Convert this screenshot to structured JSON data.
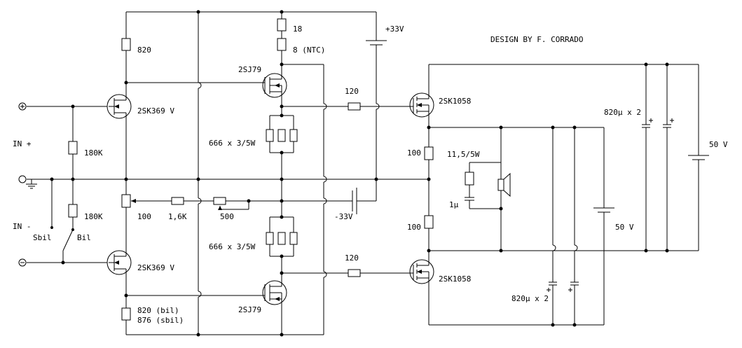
{
  "title": "DESIGN BY F. CORRADO",
  "labels": {
    "r820_top": "820",
    "q_in_top": "2SK369 V",
    "q_in_bot": "2SK369 V",
    "r180k_top": "180K",
    "r180k_bot": "180K",
    "in_plus": "IN +",
    "in_minus": "IN -",
    "sbil": "Sbil",
    "bil": "Bil",
    "r100_trim": "100",
    "r1k6": "1,6K",
    "r500": "500",
    "r820_bil": "820 (bil)",
    "r876_sbil": "876 (sbil)",
    "r18": "18",
    "r8ntc": "8 (NTC)",
    "q_2sj79_top": "2SJ79",
    "q_2sj79_bot": "2SJ79",
    "r666_top": "666 x 3/5W",
    "r666_bot": "666 x 3/5W",
    "vplus33": "+33V",
    "vminus33": "-33V",
    "r120_top": "120",
    "r120_bot": "120",
    "q_out_top": "2SK1058",
    "q_out_bot": "2SK1058",
    "r100_out_top": "100",
    "r100_out_bot": "100",
    "zobel_r": "11,5/5W",
    "zobel_c": "1µ",
    "cap_top": "820µ x 2",
    "cap_bot": "820µ x 2",
    "v50_top": "50 V",
    "v50_bot": "50 V"
  }
}
